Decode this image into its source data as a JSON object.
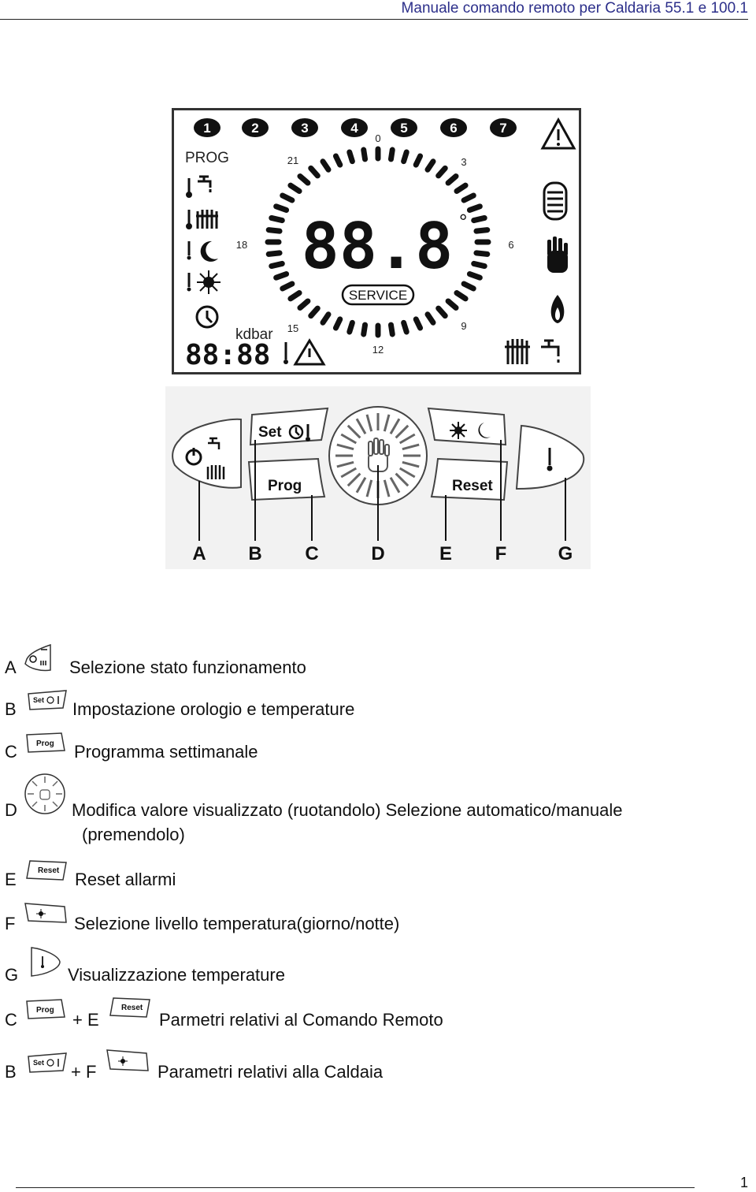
{
  "header": {
    "title": "Manuale comando remoto per Caldaria 55.1 e 100.1"
  },
  "lcd": {
    "numbers": [
      "1",
      "2",
      "3",
      "4",
      "5",
      "6",
      "7"
    ],
    "prog_label": "PROG",
    "main_digits": "88.8",
    "degree": "°",
    "service_label": "SERVICE",
    "kdbar_label": "kdbar",
    "clock_digits": "88:88",
    "dial_hours": {
      "h0": "0",
      "h3": "3",
      "h6": "6",
      "h9": "9",
      "h12": "12",
      "h15": "15",
      "h18": "18",
      "h21": "21"
    }
  },
  "keypad": {
    "set_label": "Set",
    "prog_label": "Prog",
    "reset_label": "Reset",
    "callouts": [
      "A",
      "B",
      "C",
      "D",
      "E",
      "F",
      "G"
    ]
  },
  "legend": [
    {
      "letter": "A",
      "icon": "mode-button-icon",
      "text": "Selezione stato funzionamento"
    },
    {
      "letter": "B",
      "icon": "set-button-icon",
      "mini_label": "Set",
      "text": "Impostazione orologio e temperature"
    },
    {
      "letter": "C",
      "icon": "prog-button-icon",
      "mini_label": "Prog",
      "text": "Programma settimanale"
    },
    {
      "letter": "D",
      "icon": "knob-icon",
      "text": "Modifica valore visualizzato (ruotandolo) Selezione automatico/manuale",
      "text2": "(premendolo)"
    },
    {
      "letter": "E",
      "icon": "reset-button-icon",
      "mini_label": "Reset",
      "text": "Reset allarmi"
    },
    {
      "letter": "F",
      "icon": "day-night-button-icon",
      "text": "Selezione livello temperatura(giorno/notte)"
    },
    {
      "letter": "G",
      "icon": "temperature-button-icon",
      "text": "Visualizzazione temperature"
    }
  ],
  "combos": [
    {
      "letter": "C",
      "mini_label": "Prog",
      "plus": "+ E",
      "mini_label2": "Reset",
      "text": "Parmetri relativi al Comando Remoto"
    },
    {
      "letter": "B",
      "mini_label": "Set",
      "plus": "+ F",
      "text": "Parametri relativi alla Caldaia"
    }
  ],
  "footer": {
    "page": "1"
  }
}
